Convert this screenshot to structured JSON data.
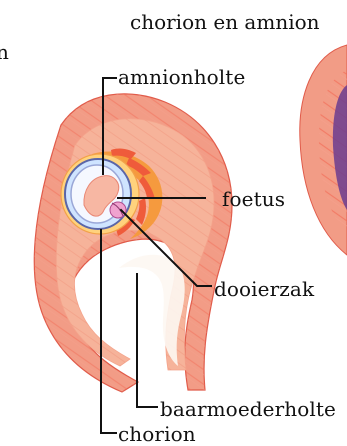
{
  "title": "chorion en amnion",
  "left_partial_text": "n",
  "labels": {
    "amnionholte": "amnionholte",
    "foetus": "foetus",
    "dooierzak": "dooierzak",
    "baarmoederholte": "baarmoederholte",
    "chorion": "chorion"
  },
  "colors": {
    "uterus_outer": "#f29c86",
    "uterus_inner": "#f6b39a",
    "uterus_lines": "#f47d67",
    "placenta": "#f59a3e",
    "chorion_ring": "#ffd27d",
    "amnion_fill": "#e9f2ff",
    "amnion_ring": "#9aa7d7",
    "foetus": "#f7b7a3",
    "yolk": "#f0a2cf",
    "outline": "#111111"
  }
}
